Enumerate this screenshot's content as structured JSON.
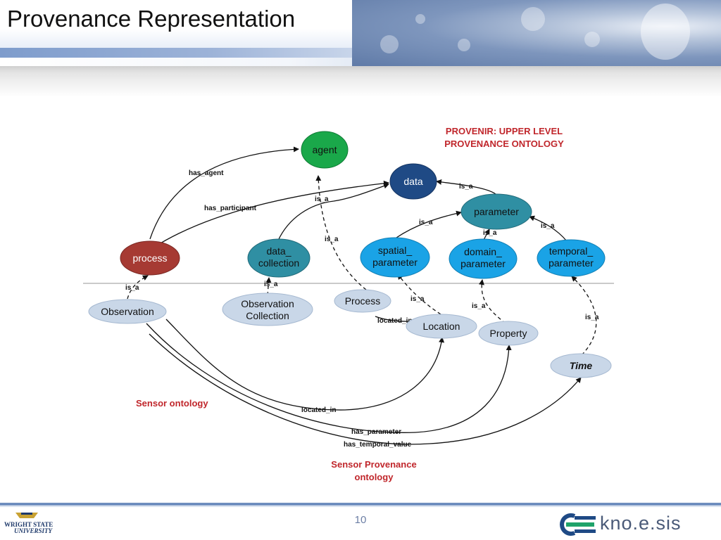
{
  "slide": {
    "title": "Provenance Representation",
    "page_number": "10",
    "logo_left_text_line1": "WRIGHT STATE",
    "logo_left_text_line2": "UNIVERSITY",
    "logo_right_text": "kno.e.sis"
  },
  "diagram": {
    "heading_upper_line1": "PROVENIR: UPPER LEVEL",
    "heading_upper_line2": "PROVENANCE ONTOLOGY",
    "heading_sensor": "Sensor ontology",
    "heading_provenance_line1": "Sensor Provenance",
    "heading_provenance_line2": "ontology",
    "nodes": {
      "agent": "agent",
      "data": "data",
      "parameter": "parameter",
      "process": "process",
      "data_collection_1": "data_",
      "data_collection_2": "collection",
      "spatial_1": "spatial_",
      "spatial_2": "parameter",
      "domain_1": "domain_",
      "domain_2": "parameter",
      "temporal_1": "temporal_",
      "temporal_2": "parameter",
      "observation": "Observation",
      "observation_collection_1": "Observation",
      "observation_collection_2": "Collection",
      "sensor_process": "Process",
      "location": "Location",
      "property": "Property",
      "time": "Time"
    },
    "edges": {
      "has_agent": "has_agent",
      "has_participant": "has_participant",
      "is_a": "is_a",
      "located_in": "located_in",
      "has_parameter": "has_parameter",
      "has_temporal_value": "has_temporal_value"
    },
    "colors": {
      "agent": "#1aa84a",
      "data": "#1f4a85",
      "parameter": "#2f8fa3",
      "process": "#a63a33",
      "data_collection": "#2f8fa3",
      "subparam": "#1aa3e6",
      "sensor_node": "#c9d7e8",
      "heading": "#c0262b"
    }
  }
}
